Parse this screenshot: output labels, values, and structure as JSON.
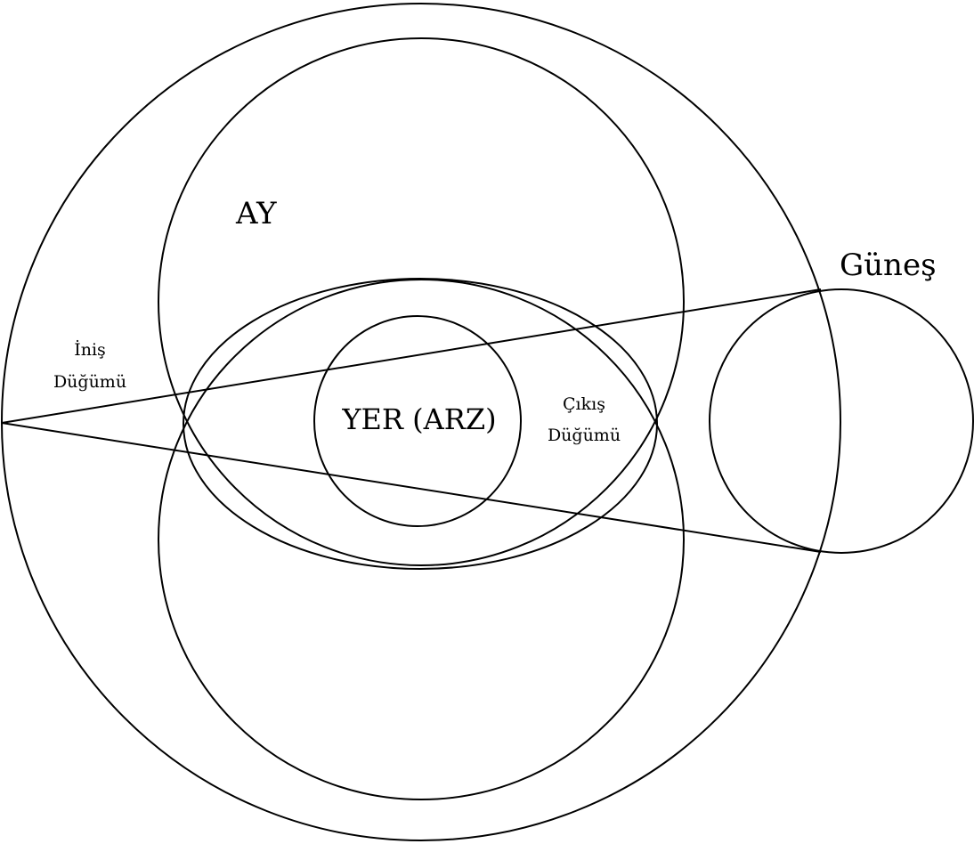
{
  "labels": {
    "moon": "AY",
    "earth": "YER (ARZ)",
    "sun": "Güneş",
    "descending_node": [
      "İniş",
      "Düğümü"
    ],
    "ascending_node": [
      "Çıkış",
      "Düğümü"
    ]
  },
  "colors": {
    "line": "#000000",
    "background": "#ffffff"
  }
}
